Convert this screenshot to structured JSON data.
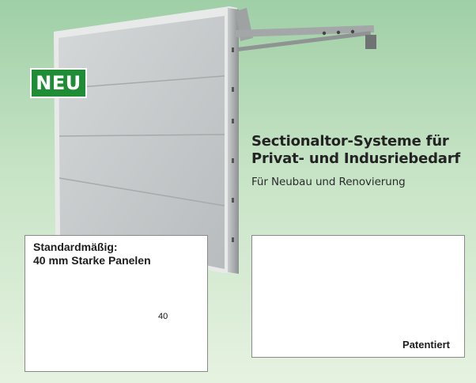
{
  "badge": {
    "label": "NEU"
  },
  "headline": {
    "title_line_1": "Sectionaltor-Systeme für",
    "title_line_2": "Privat- und Indusriebedarf",
    "subtitle": "Für Neubau und Renovierung"
  },
  "panel_info": {
    "title_line_1": "Standardmäßig:",
    "title_line_2": "40 mm Starke Panelen",
    "thickness_label": "40",
    "swatch_colors": [
      "#ececec",
      "#1f3450",
      "#8e1d26"
    ]
  },
  "patent_box": {
    "label": "Patentiert"
  }
}
